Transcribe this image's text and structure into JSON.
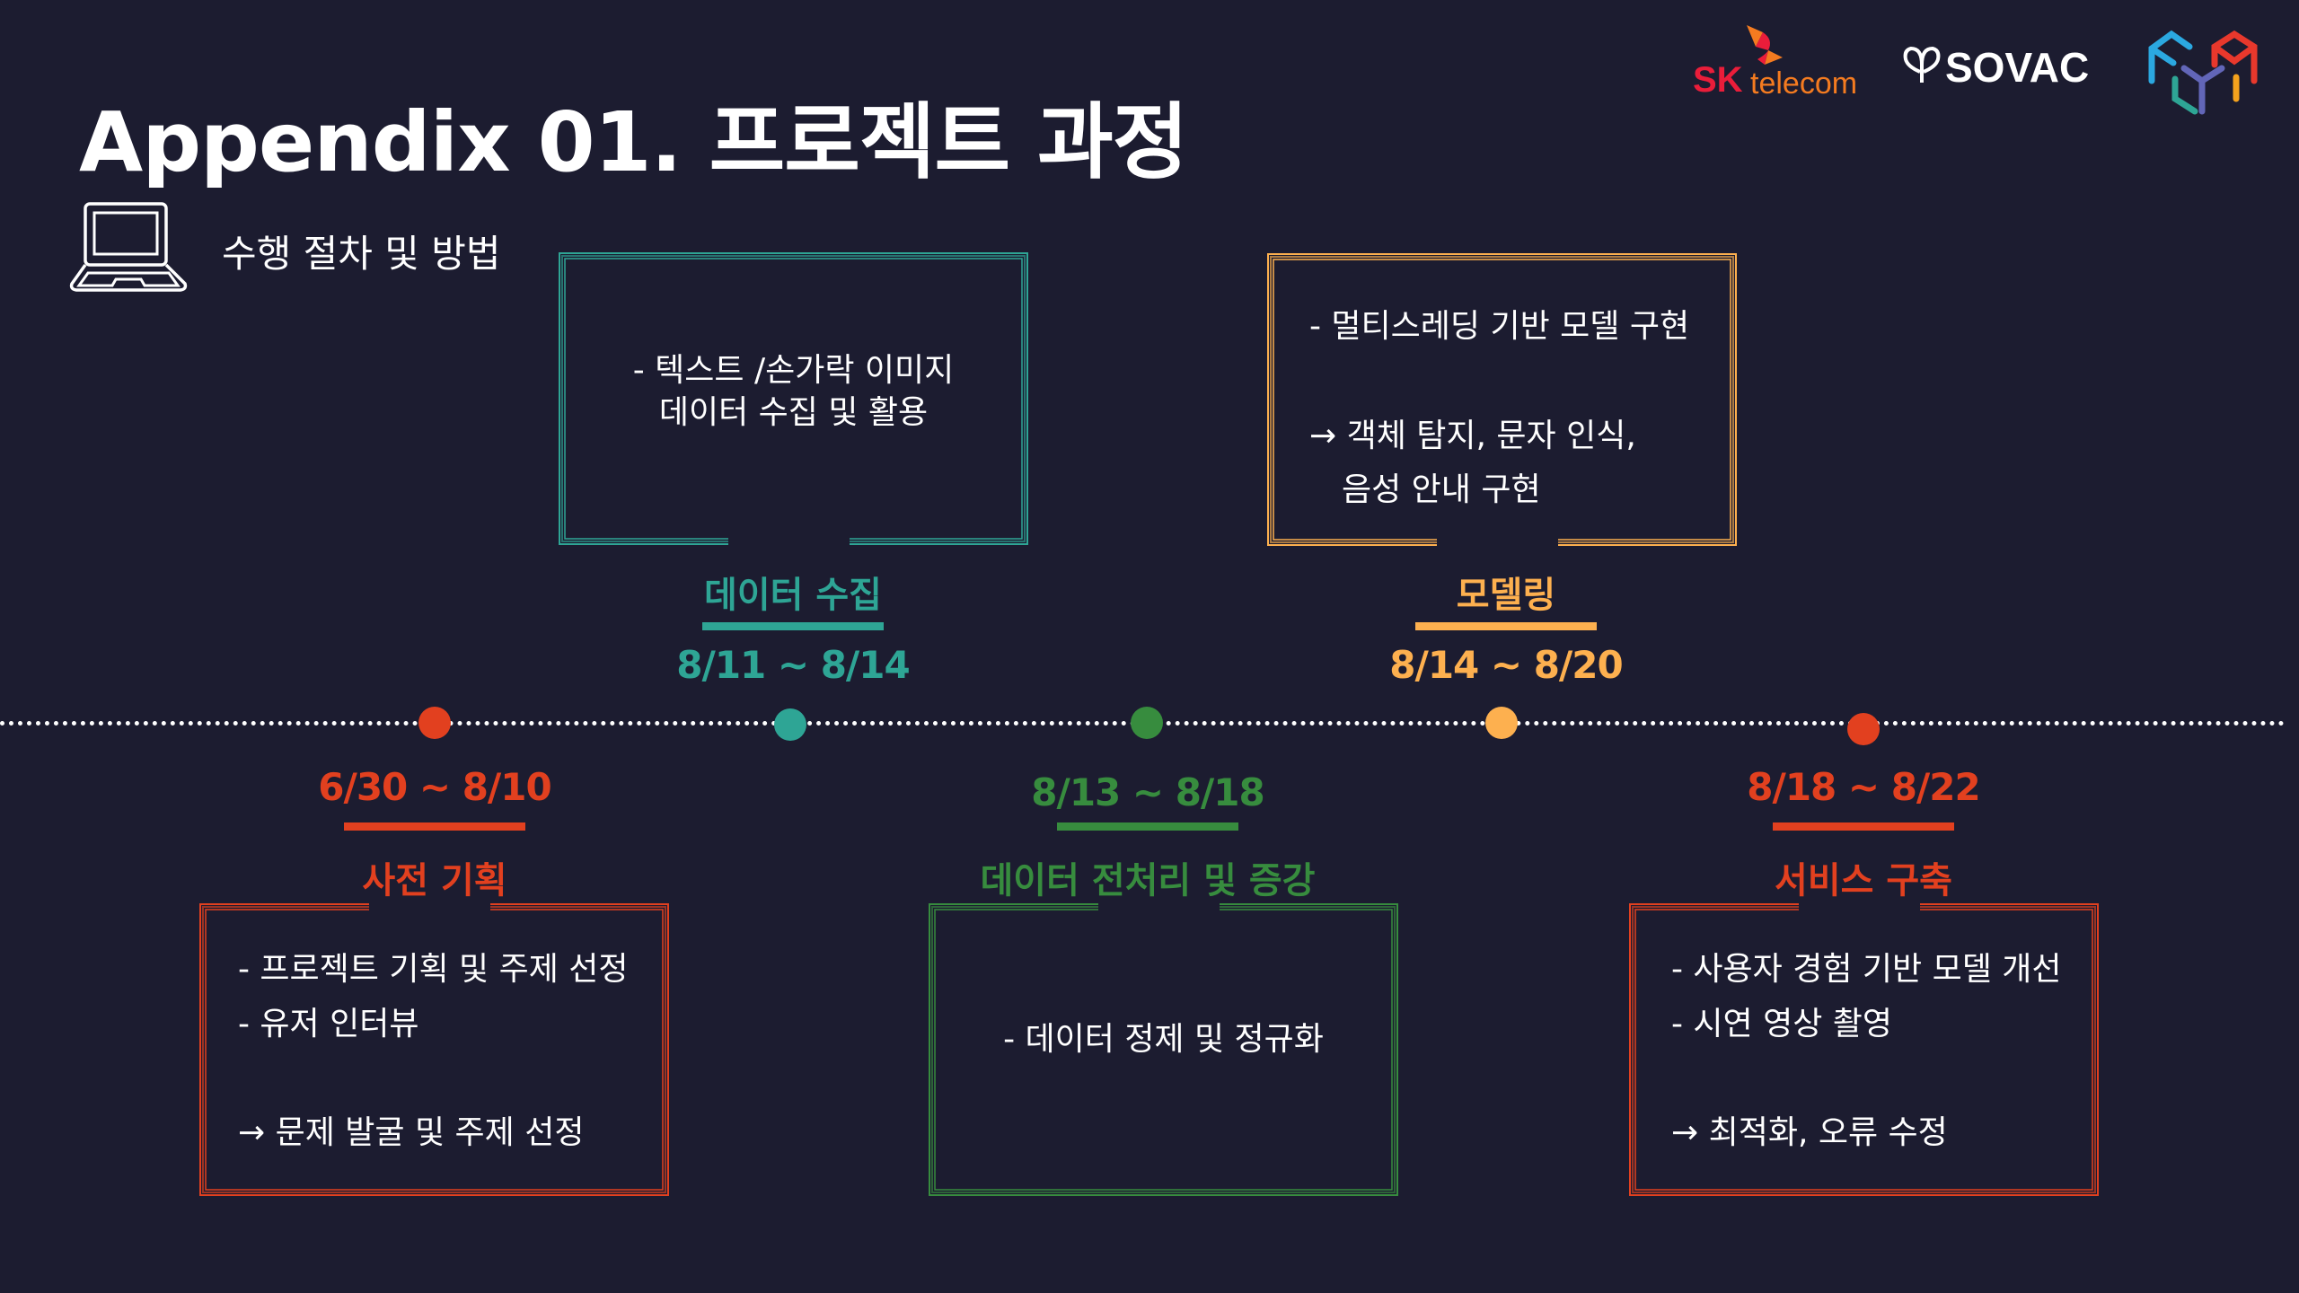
{
  "header": {
    "title": "Appendix 01. 프로젝트 과정",
    "subtitle": "수행 절차 및 방법",
    "laptop_icon": "laptop-icon"
  },
  "logos": {
    "sk": {
      "mark": "SK",
      "word": "telecom"
    },
    "sovac": {
      "word": "SOVAC"
    },
    "cube": {
      "name": "team-cube-logo"
    }
  },
  "colors": {
    "background": "#1c1c30",
    "red": "#e2401f",
    "teal": "#2ea595",
    "green": "#378c3e",
    "orange": "#fdb04f",
    "text": "#ffffff"
  },
  "phases": [
    {
      "id": "planning",
      "title": "사전 기획",
      "date": "6/30 ~ 8/10",
      "color": "#e2401f",
      "position": "below",
      "lines": [
        "- 프로젝트 기획 및 주제 선정",
        "- 유저 인터뷰",
        "",
        "→ 문제 발굴 및 주제 선정"
      ]
    },
    {
      "id": "data-collection",
      "title": "데이터 수집",
      "date": "8/11 ~ 8/14",
      "color": "#2ea595",
      "position": "above",
      "lines": [
        "- 텍스트 /손가락 이미지",
        "데이터 수집 및 활용"
      ]
    },
    {
      "id": "preprocessing",
      "title": "데이터 전처리 및 증강",
      "date": "8/13 ~ 8/18",
      "color": "#378c3e",
      "position": "below",
      "lines": [
        "- 데이터 정제 및 정규화"
      ]
    },
    {
      "id": "modeling",
      "title": "모델링",
      "date": "8/14 ~ 8/20",
      "color": "#fdb04f",
      "position": "above",
      "lines": [
        "- 멀티스레딩 기반 모델 구현",
        "",
        "→ 객체 탐지, 문자 인식,",
        "   음성 안내 구현"
      ]
    },
    {
      "id": "service",
      "title": "서비스 구축",
      "date": "8/18 ~ 8/22",
      "color": "#e2401f",
      "position": "below",
      "lines": [
        "- 사용자 경험 기반 모델 개선",
        "- 시연 영상 촬영",
        "",
        "→ 최적화, 오류 수정"
      ]
    }
  ]
}
